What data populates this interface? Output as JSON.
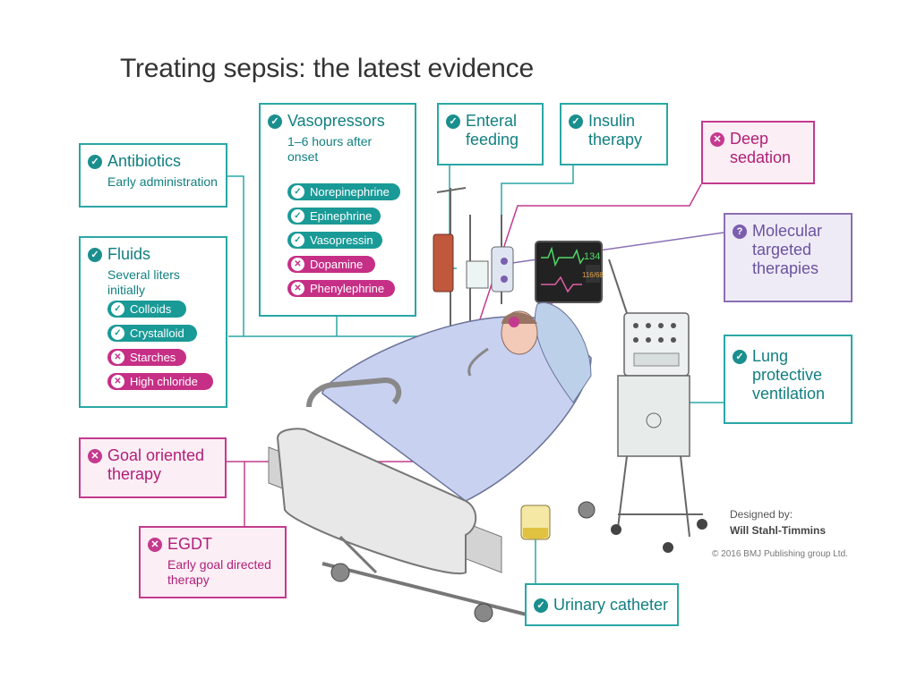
{
  "title": "Treating sepsis: the latest evidence",
  "colors": {
    "beneficial": "#2aa7a5",
    "harmful": "#c43a8e",
    "uncertain": "#8a6fb5"
  },
  "icons": {
    "beneficial": "check-circle-icon",
    "harmful": "cross-circle-icon",
    "uncertain": "question-circle-icon"
  },
  "boxes": {
    "antibiotics": {
      "title": "Antibiotics",
      "sub": "Early administration",
      "status": "beneficial"
    },
    "fluids": {
      "title": "Fluids",
      "sub": "Several liters initially",
      "status": "beneficial",
      "items": [
        {
          "label": "Colloids",
          "status": "beneficial"
        },
        {
          "label": "Crystalloid",
          "status": "beneficial"
        },
        {
          "label": "Starches",
          "status": "harmful"
        },
        {
          "label": "High chloride",
          "status": "harmful"
        }
      ]
    },
    "vasopressors": {
      "title": "Vasopressors",
      "sub_line1": "1–6 hours after",
      "sub_line2": "onset",
      "status": "beneficial",
      "items": [
        {
          "label": "Norepinephrine",
          "status": "beneficial"
        },
        {
          "label": "Epinephrine",
          "status": "beneficial"
        },
        {
          "label": "Vasopressin",
          "status": "beneficial"
        },
        {
          "label": "Dopamine",
          "status": "harmful"
        },
        {
          "label": "Phenylephrine",
          "status": "harmful"
        }
      ]
    },
    "enteral": {
      "line1": "Enteral",
      "line2": "feeding",
      "status": "beneficial"
    },
    "insulin": {
      "line1": "Insulin",
      "line2": "therapy",
      "status": "beneficial"
    },
    "sedation": {
      "line1": "Deep",
      "line2": "sedation",
      "status": "harmful"
    },
    "molecular": {
      "line1": "Molecular",
      "line2": "targeted",
      "line3": "therapies",
      "status": "uncertain"
    },
    "lung": {
      "line1": "Lung",
      "line2": "protective",
      "line3": "ventilation",
      "status": "beneficial"
    },
    "goal": {
      "line1": "Goal oriented",
      "line2": "therapy",
      "status": "harmful"
    },
    "egdt": {
      "title": "EGDT",
      "sub_line1": "Early goal directed",
      "sub_line2": "therapy",
      "status": "harmful"
    },
    "urinary": {
      "title": "Urinary catheter",
      "status": "beneficial"
    }
  },
  "monitor": {
    "value1": "134",
    "value2": "116/68"
  },
  "credit": {
    "designed_by": "Designed by:",
    "designer": "Will Stahl-Timmins",
    "copyright": "© 2016 BMJ Publishing group Ltd."
  }
}
